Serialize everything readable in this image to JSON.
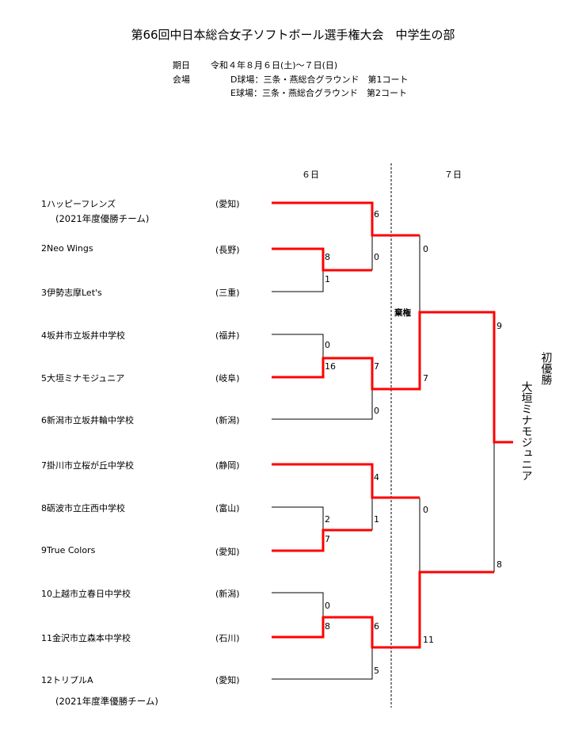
{
  "title": "第66回中日本総合女子ソフトボール選手権大会　中学生の部",
  "info": {
    "date_label": "期日",
    "date_value": "令和４年８月６日(土)～７日(日)",
    "venue_label": "会場",
    "venue_line1": "D球場：三条・燕総合グラウンド　第1コート",
    "venue_line2": "E球場：三条・燕総合グラウンド　第2コート"
  },
  "days": [
    "６日",
    "７日"
  ],
  "teams": [
    {
      "no": "1",
      "name": "ハッピーフレンズ",
      "pref": "(愛知)",
      "note": "(2021年度優勝チーム)"
    },
    {
      "no": "2",
      "name": "Neo Wings",
      "pref": "(長野)"
    },
    {
      "no": "3",
      "name": "伊勢志摩Let's",
      "pref": "(三重)"
    },
    {
      "no": "4",
      "name": "坂井市立坂井中学校",
      "pref": "(福井)"
    },
    {
      "no": "5",
      "name": "大垣ミナモジュニア",
      "pref": "(岐阜)"
    },
    {
      "no": "6",
      "name": "新潟市立坂井輪中学校",
      "pref": "(新潟)"
    },
    {
      "no": "7",
      "name": "掛川市立桜が丘中学校",
      "pref": "(静岡)"
    },
    {
      "no": "8",
      "name": "砺波市立庄西中学校",
      "pref": "(富山)"
    },
    {
      "no": "9",
      "name": "True Colors",
      "pref": "(愛知)"
    },
    {
      "no": "10",
      "name": "上越市立春日中学校",
      "pref": "(新潟)"
    },
    {
      "no": "11",
      "name": "金沢市立森本中学校",
      "pref": "(石川)"
    },
    {
      "no": "12",
      "name": "トリプルA",
      "pref": "(愛知)",
      "note": "(2021年度準優勝チーム)"
    }
  ],
  "scores": {
    "r1_t2": "8",
    "r1_t3": "1",
    "r1_t4": "0",
    "r1_t5": "16",
    "r1_t8": "2",
    "r1_t9": "7",
    "r1_t10": "0",
    "r1_t11": "8",
    "qf_a_top": "6",
    "qf_a_bot": "0",
    "qf_b_top": "7",
    "qf_b_bot": "0",
    "qf_c_top": "4",
    "qf_c_bot": "1",
    "qf_d_top": "6",
    "qf_d_bot": "5",
    "sf_a_top": "0",
    "sf_a_bot": "7",
    "sf_b_top": "0",
    "sf_b_bot": "11",
    "final_top": "9",
    "final_bot": "8"
  },
  "forfeit_label": "棄権",
  "champion": {
    "label": "初優勝",
    "team": "大垣ミナモジュニア"
  },
  "colors": {
    "win": "#ff0000",
    "line": "#000000"
  }
}
